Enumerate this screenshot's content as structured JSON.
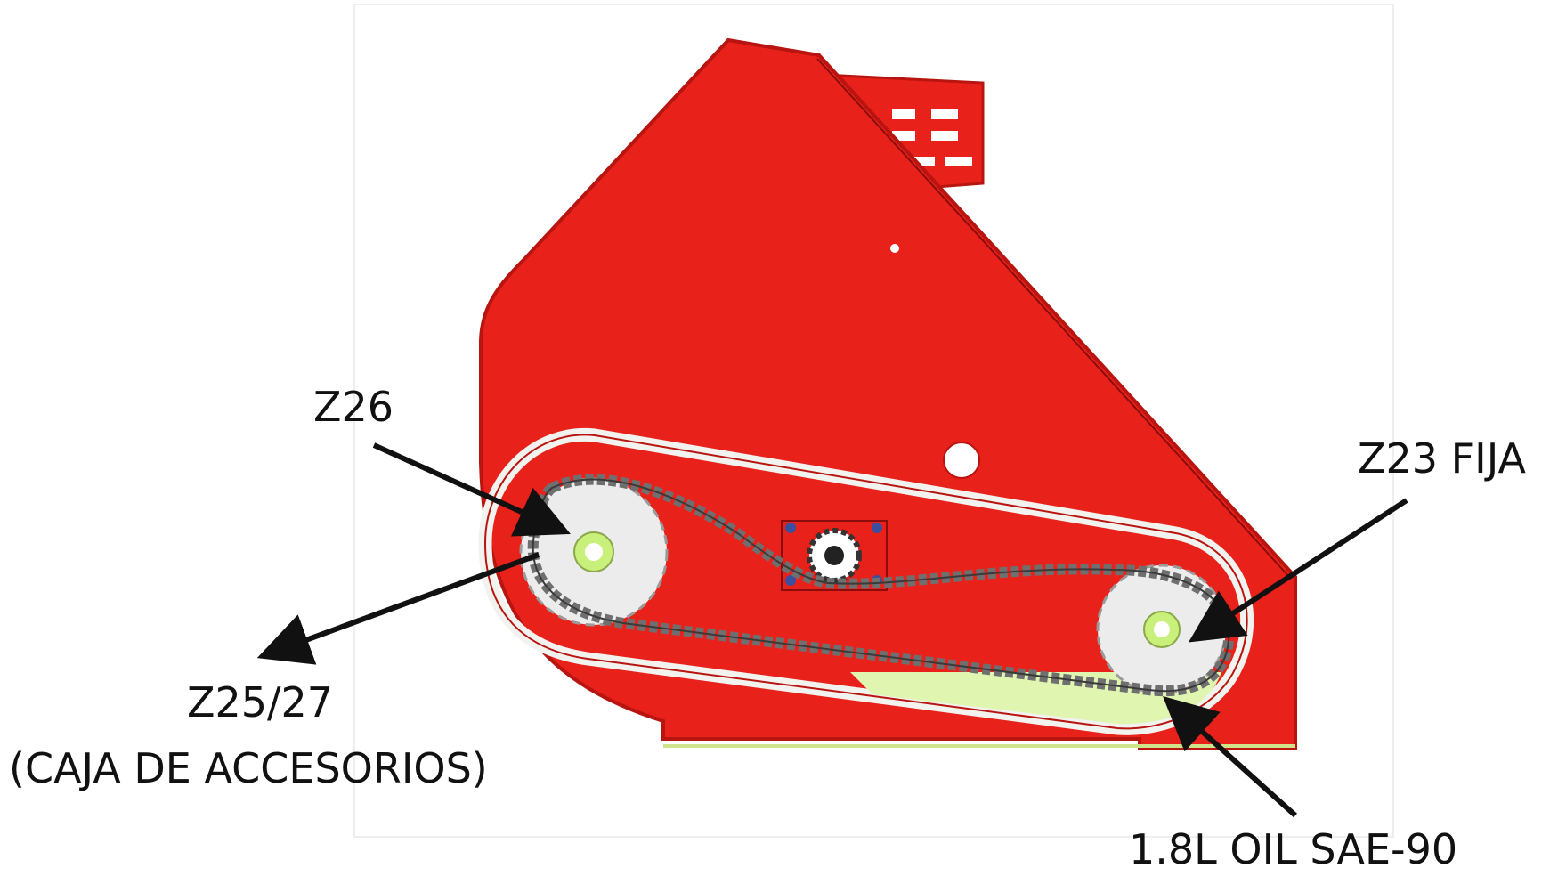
{
  "labels": {
    "z26": "Z26",
    "z23": "Z23 FIJA",
    "z2527": "Z25/27",
    "caja_main": "(CAJA DE ACCESORIOS",
    "caja_close": ")",
    "oil": "1.8L  OIL SAE-90"
  },
  "colors": {
    "housing": "#e8211b",
    "housing_edge": "#b81410",
    "guide": "#f2f2ee",
    "chain": "#6f6f6f",
    "sprocket": "#ececec",
    "oil": "#dff5b0",
    "arrow": "#111111",
    "hub": "#c9f07a",
    "bolt": "#3b4fa0"
  }
}
